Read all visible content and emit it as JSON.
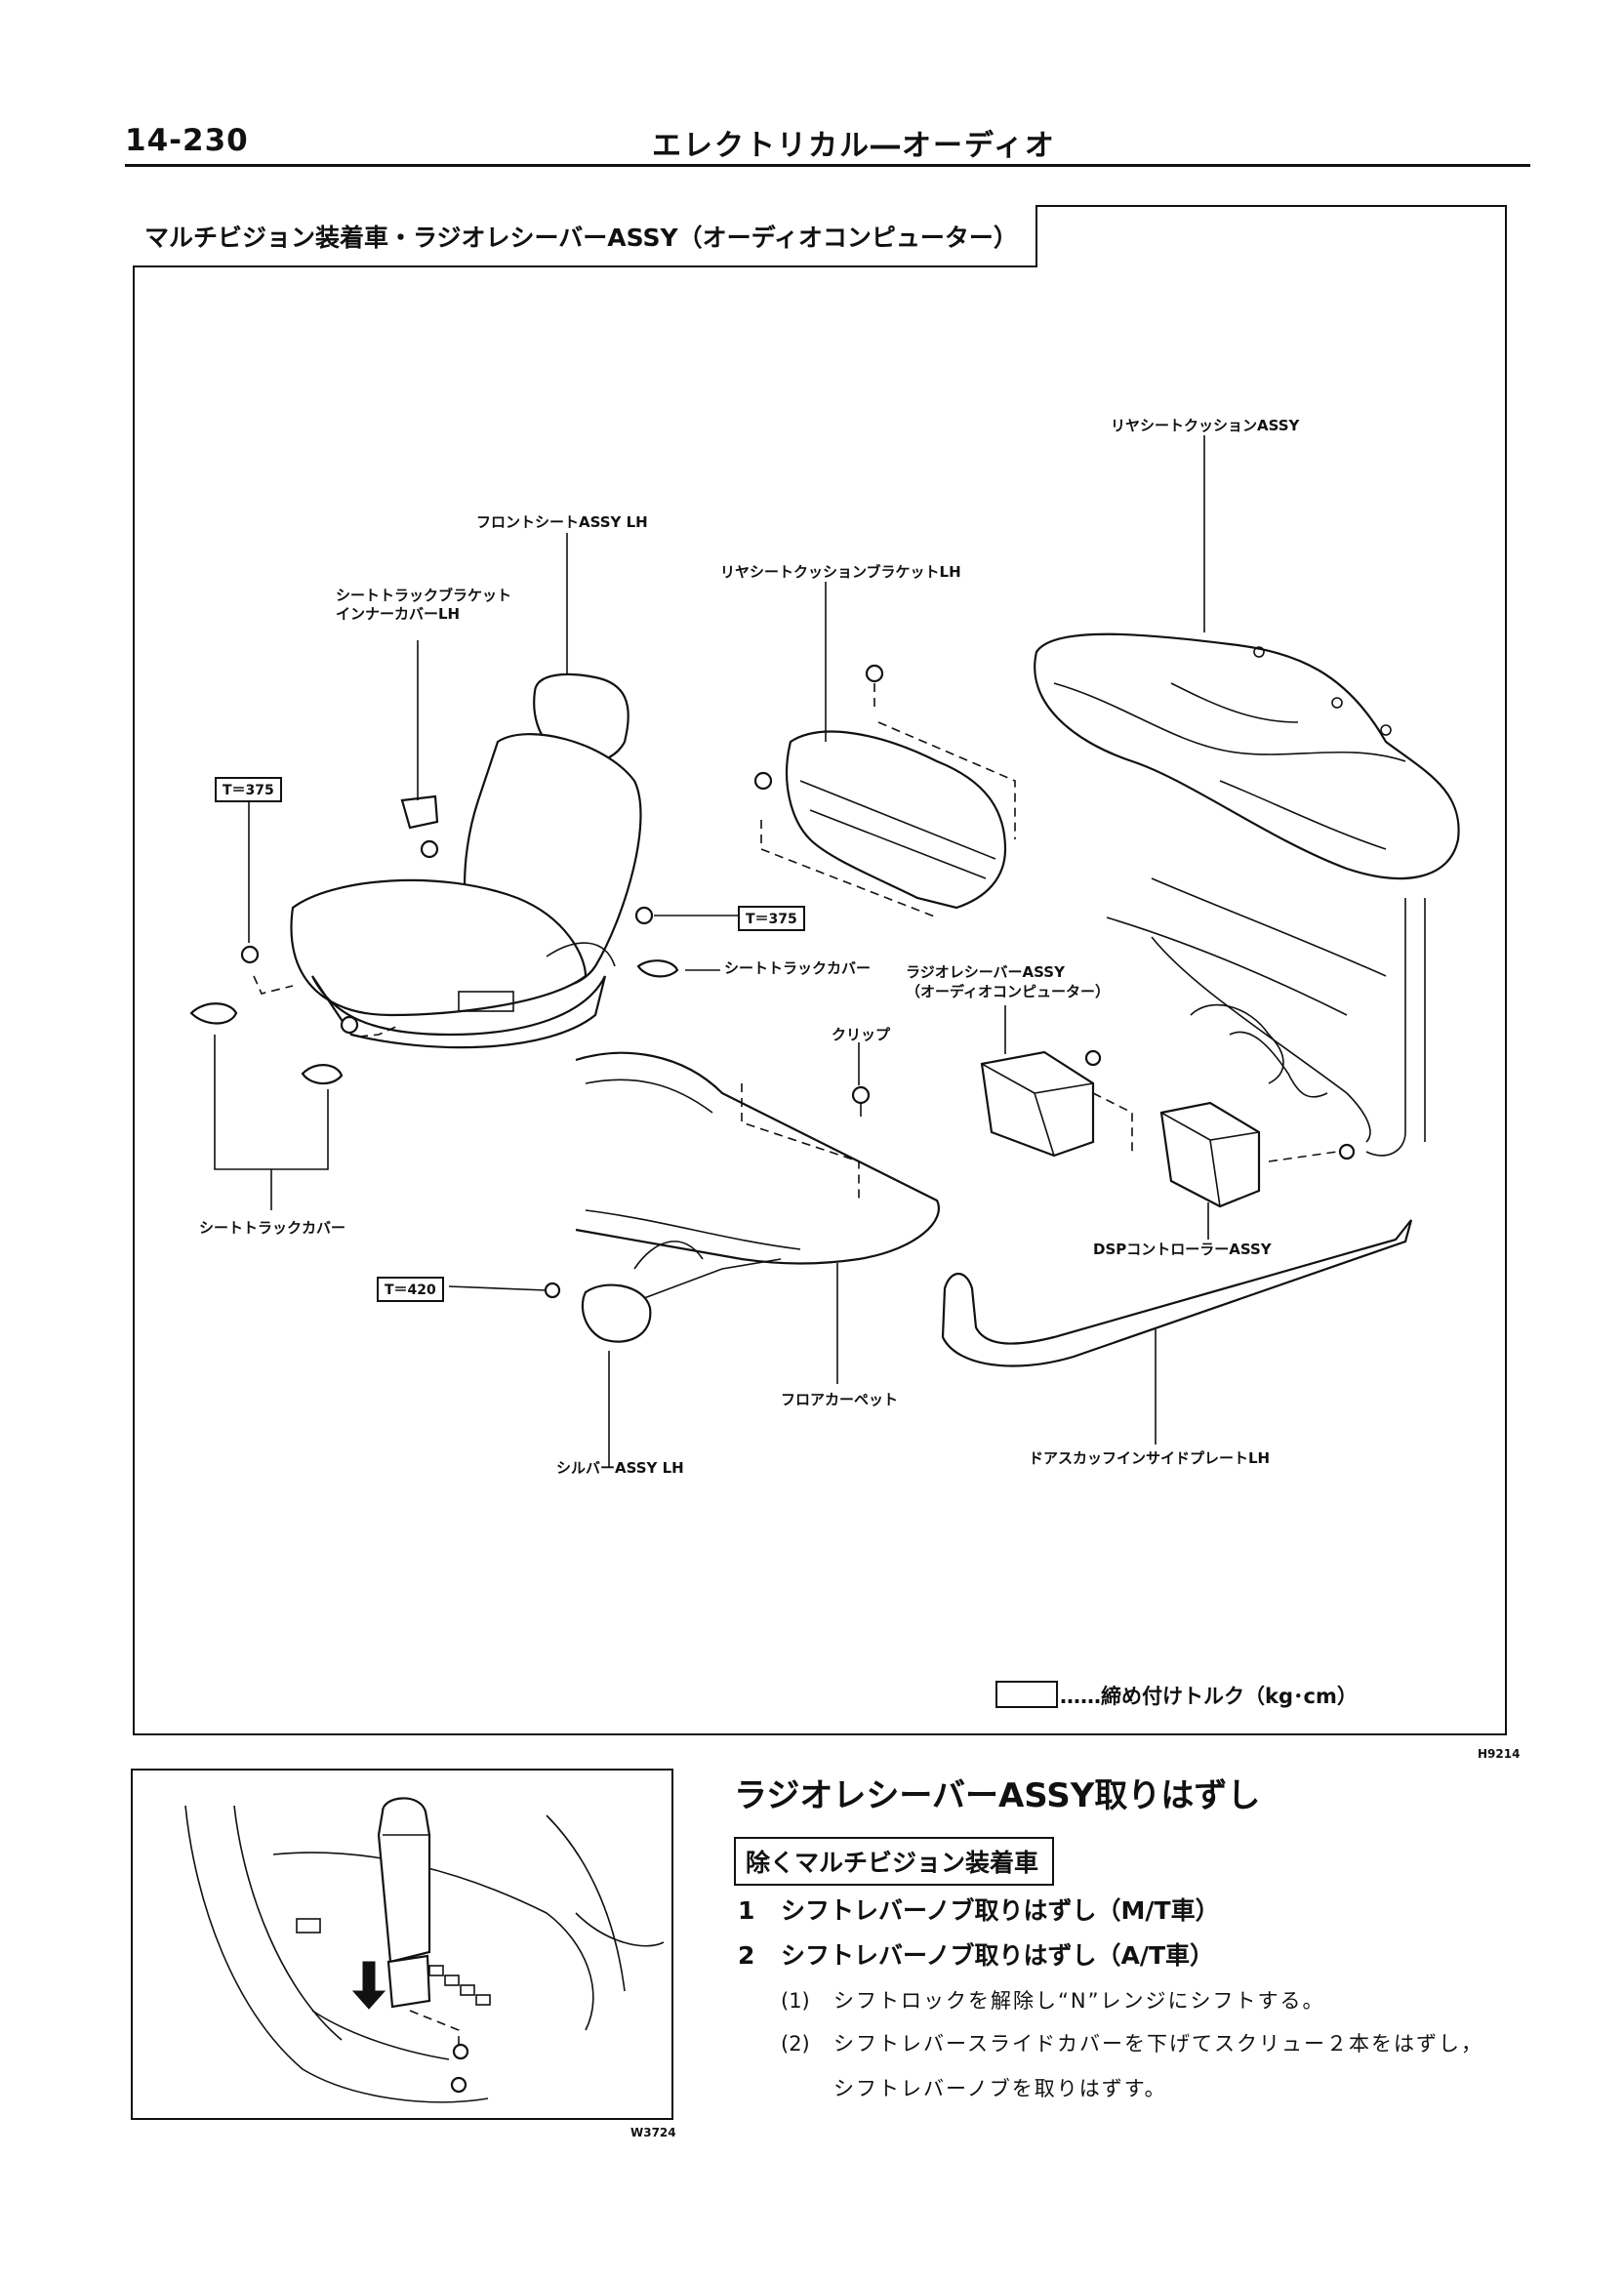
{
  "header": {
    "page_number": "14-230",
    "title": "エレクトリカル―オーディオ"
  },
  "figure": {
    "caption": "マルチビジョン装着車・ラジオレシーバーASSY（オーディオコンピューター）",
    "labels": {
      "rear_cushion": "リヤシートクッションASSY",
      "front_seat": "フロントシートASSY LH",
      "rear_bracket": "リヤシートクッションブラケットLH",
      "track_bracket_cover_1": "シートトラックブラケット",
      "track_bracket_cover_2": "インナーカバーLH",
      "track_cover_right": "シートトラックカバー",
      "track_cover_bottom": "シートトラックカバー",
      "radio_1": "ラジオレシーバーASSY",
      "radio_2": "（オーディオコンピューター）",
      "clip": "クリップ",
      "dsp": "DSPコントローラーASSY",
      "floor_carpet": "フロアカーペット",
      "silver": "シルバーASSY LH",
      "scuff_plate": "ドアスカッフインサイドプレートLH"
    },
    "torques": {
      "t1": "T＝375",
      "t2": "T＝375",
      "t3": "T＝420"
    },
    "legend": "……締め付けトルク（kg･cm）",
    "figure_id": "H9214"
  },
  "small_figure": {
    "figure_id": "W3724"
  },
  "procedure": {
    "title": "ラジオレシーバーASSY取りはずし",
    "condition": "除くマルチビジョン装着車",
    "steps": [
      {
        "num": "1",
        "text": "シフトレバーノブ取りはずし（M/T車）"
      },
      {
        "num": "2",
        "text": "シフトレバーノブ取りはずし（A/T車）"
      }
    ],
    "substeps": [
      {
        "num": "(1)",
        "text": "シフトロックを解除し“N”レンジにシフトする。"
      },
      {
        "num": "(2)",
        "text": "シフトレバースライドカバーを下げてスクリュー２本をはずし，"
      },
      {
        "num": "",
        "text": "シフトレバーノブを取りはずす。"
      }
    ]
  }
}
